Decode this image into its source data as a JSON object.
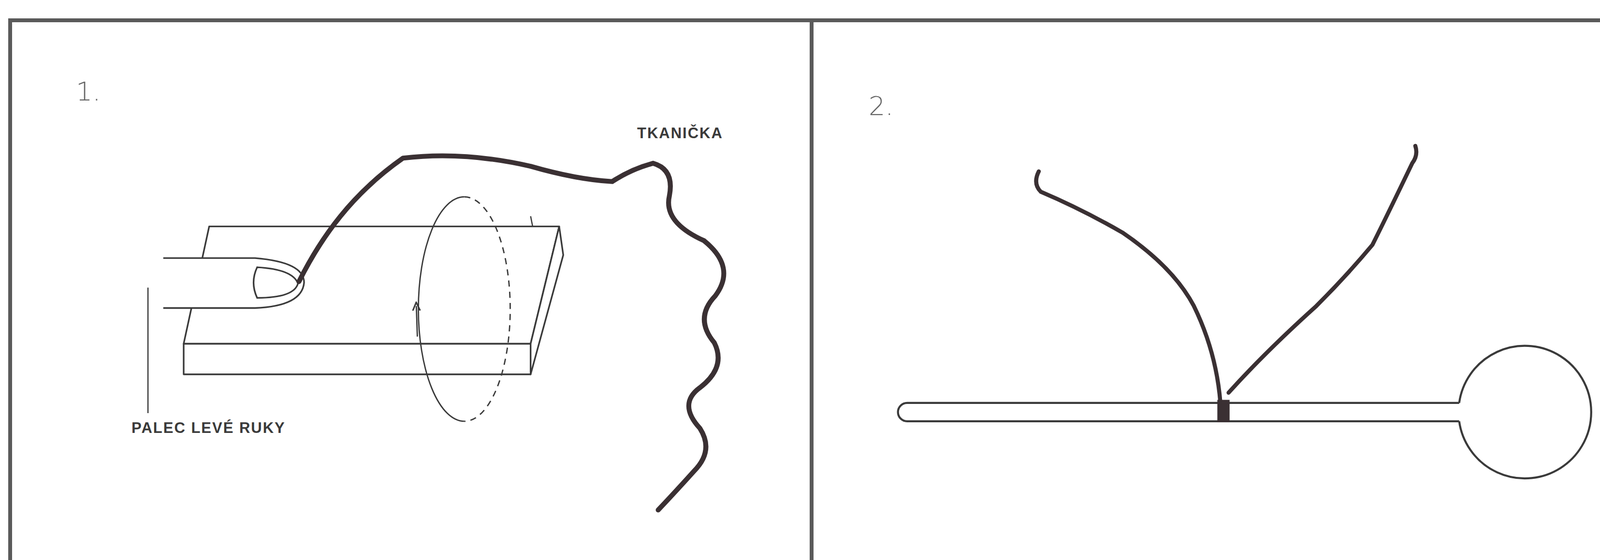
{
  "diagram": {
    "nodes": [
      {
        "text": [
          "1."
        ]
      },
      {
        "text": [
          "2."
        ]
      }
    ],
    "labels": [
      "TKANIČKA",
      "PALEC LEVÉ RUKY"
    ]
  }
}
